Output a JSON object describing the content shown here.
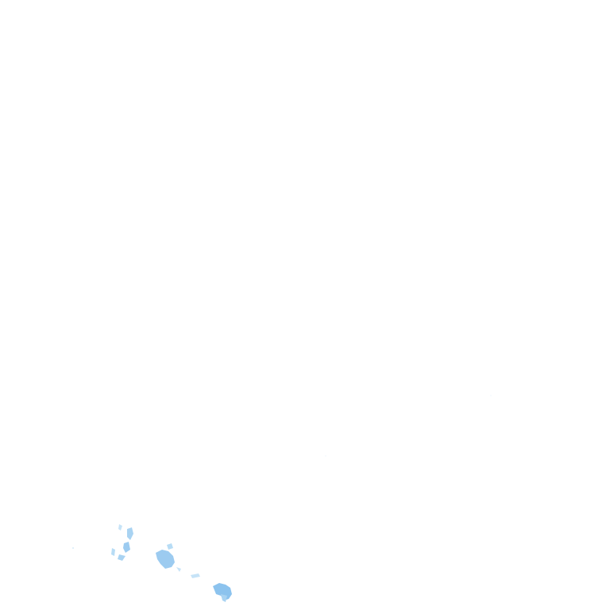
{
  "map": {
    "background_color": "#ffffff",
    "features": [
      {
        "kind": "patch",
        "color": "#a9d3f2"
      },
      {
        "kind": "patch",
        "color": "#9ccbf0"
      },
      {
        "kind": "patch",
        "color": "#8cc3ee"
      },
      {
        "kind": "patch",
        "color": "#b7dcf5"
      }
    ]
  }
}
